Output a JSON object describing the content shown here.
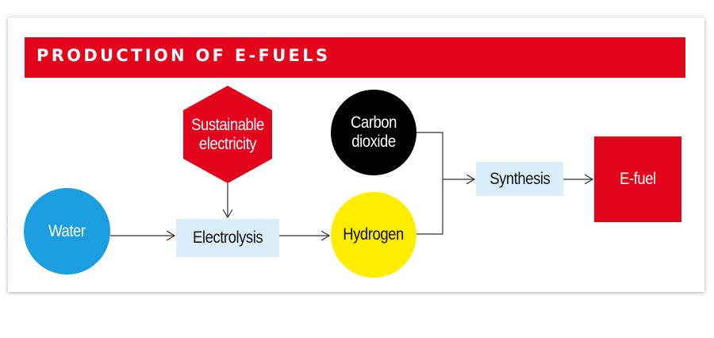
{
  "diagram": {
    "title": "PRODUCTION OF E-FUELS",
    "nodes": {
      "water": "Water",
      "sustainable_electricity": "Sustainable electricity",
      "electrolysis": "Electrolysis",
      "carbon_dioxide": "Carbon dioxide",
      "hydrogen": "Hydrogen",
      "synthesis": "Synthesis",
      "efuel": "E-fuel"
    },
    "edges": [
      {
        "from": "Water",
        "to": "Electrolysis"
      },
      {
        "from": "Sustainable electricity",
        "to": "Electrolysis"
      },
      {
        "from": "Electrolysis",
        "to": "Hydrogen"
      },
      {
        "from": "Carbon dioxide",
        "to": "Synthesis"
      },
      {
        "from": "Hydrogen",
        "to": "Synthesis"
      },
      {
        "from": "Synthesis",
        "to": "E-fuel"
      }
    ],
    "colors": {
      "red": "#e3051b",
      "blue": "#1b9ee0",
      "yellow": "#ffed00",
      "black": "#000000",
      "light_blue": "#dceef9"
    }
  }
}
